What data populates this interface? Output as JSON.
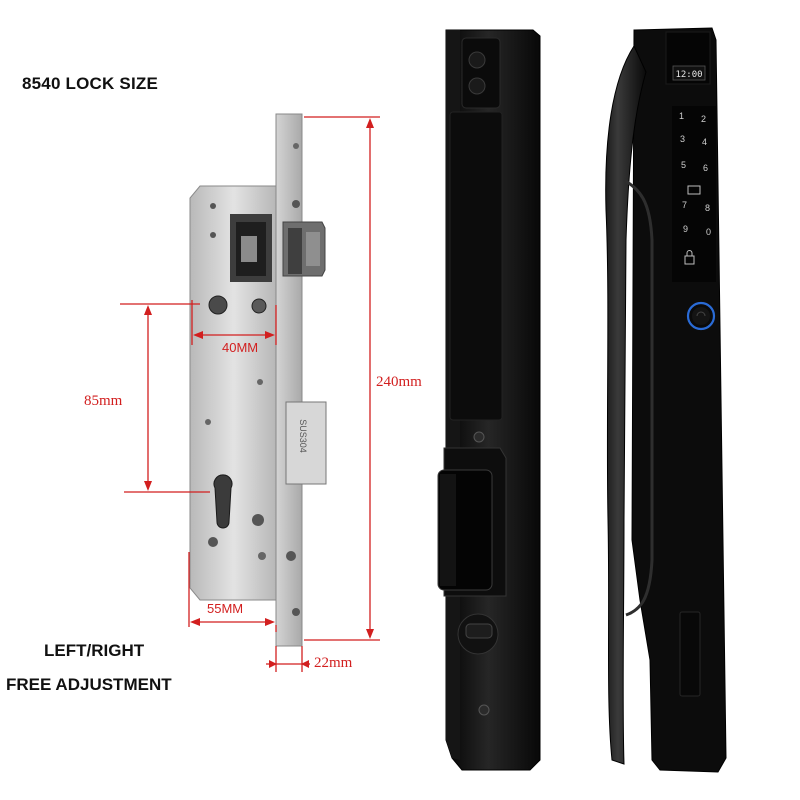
{
  "header": {
    "title": "8540 LOCK SIZE"
  },
  "notes": {
    "line1": "LEFT/RIGHT",
    "line2": "FREE ADJUSTMENT"
  },
  "dimensions": {
    "backset": "40MM",
    "center_distance": "85mm",
    "total_height": "240mm",
    "case_width": "55MM",
    "faceplate_width": "22mm"
  },
  "lock_body": {
    "stamp": "SUS304"
  },
  "display": {
    "time": "12:00"
  },
  "keypad": {
    "keys": [
      "1",
      "2",
      "3",
      "4",
      "5",
      "6",
      "7",
      "8",
      "9",
      "0"
    ]
  },
  "colors": {
    "dimension_line": "#d21f1f",
    "lock_finish": "#0e0e0e",
    "steel": "#c9c9c9",
    "fingerprint_ring": "#2a6bd6"
  }
}
